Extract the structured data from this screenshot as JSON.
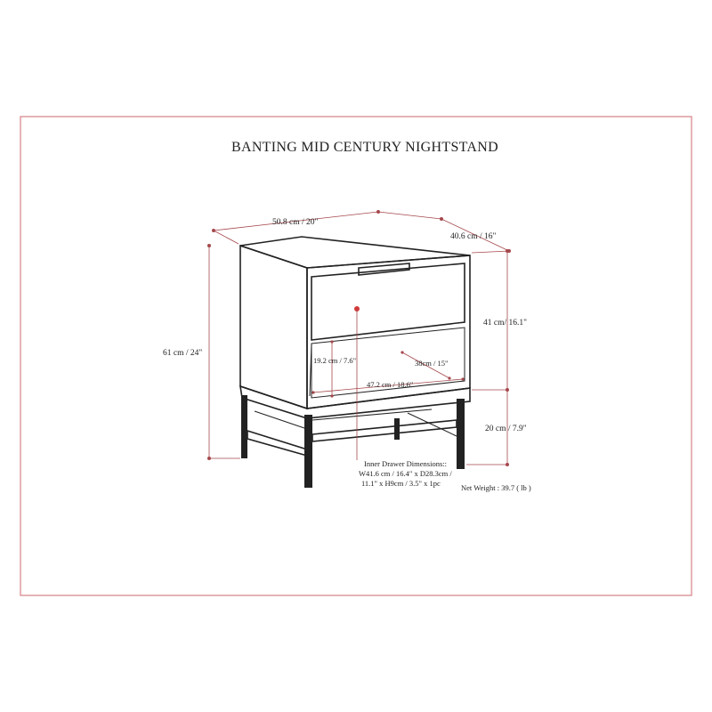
{
  "title": "BANTING MID CENTURY NIGHTSTAND",
  "dimensions": {
    "width": "50.8 cm / 20\"",
    "depth": "40.6 cm / 16\"",
    "total_height": "61 cm / 24\"",
    "cabinet_height": "41 cm/ 16.1\"",
    "leg_height": "20 cm / 7.9\"",
    "shelf_height": "19.2 cm / 7.6\"",
    "shelf_depth": "38cm / 15\"",
    "shelf_width": "47.2 cm / 18.6\""
  },
  "inner_drawer": {
    "line1": "Inner Drawer Dimensions::",
    "line2": "W41.6 cm / 16.4\" x D28.3cm /",
    "line3": "11.1\" x H9cm / 3.5\" x 1pc"
  },
  "net_weight": "Net Weight : 39.7 ( lb )",
  "colors": {
    "frame": "#d98a8e",
    "dimension": "#a5484c",
    "ink": "#222222"
  }
}
